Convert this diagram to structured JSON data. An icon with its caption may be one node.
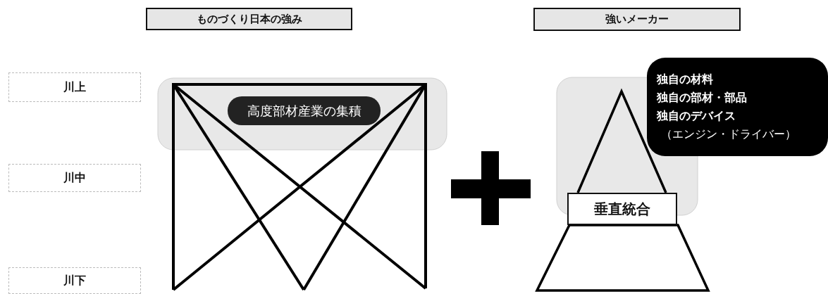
{
  "diagram": {
    "nodes": [
      {
        "text": [
          "ものづくり日本の強み"
        ]
      },
      {
        "text": [
          "強いメーカー"
        ]
      },
      {
        "text": [
          "川上"
        ]
      },
      {
        "text": [
          "川中"
        ]
      },
      {
        "text": [
          "川下"
        ]
      },
      {
        "text": [
          "高度部材産業の集積"
        ]
      },
      {
        "text": [
          "独自の材料",
          "独自の部材・部品",
          "独自のデバイス",
          "（エンジン・ドライバー）"
        ]
      },
      {
        "text": [
          "垂直統合"
        ]
      }
    ]
  }
}
